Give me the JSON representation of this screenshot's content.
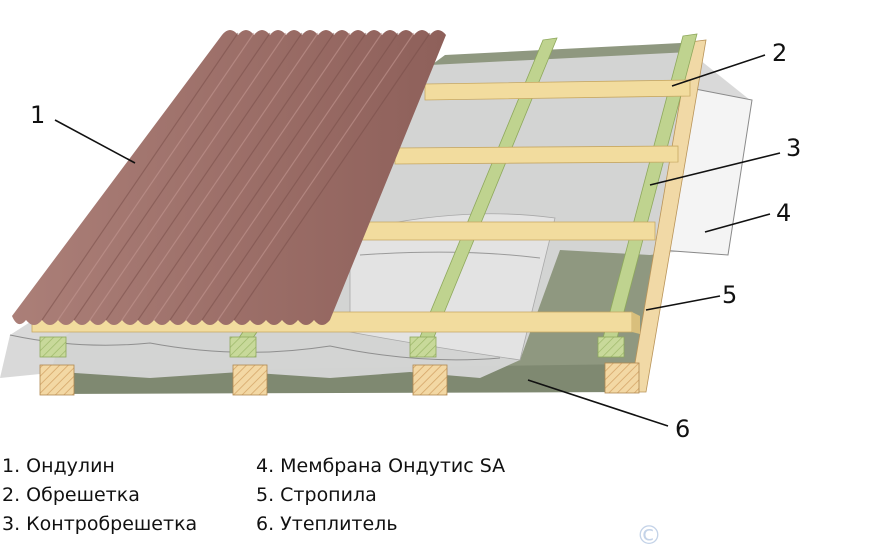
{
  "callouts": [
    "1",
    "2",
    "3",
    "4",
    "5",
    "6"
  ],
  "legend": {
    "left": [
      "1. Ондулин",
      "2. Обрешетка",
      "3. Контробрешетка"
    ],
    "right": [
      "4. Мембрана Ондутис SA",
      "5. Стропила",
      "6. Утеплитель"
    ]
  },
  "watermark": "©",
  "colors": {
    "ondulin": "#9c6e68",
    "batten": "#f2dc9e",
    "counter_batten": "#bfd38f",
    "membrane": "#cfcfcf",
    "insulation": "#8f9880",
    "rafter": "#f1d9a6"
  }
}
